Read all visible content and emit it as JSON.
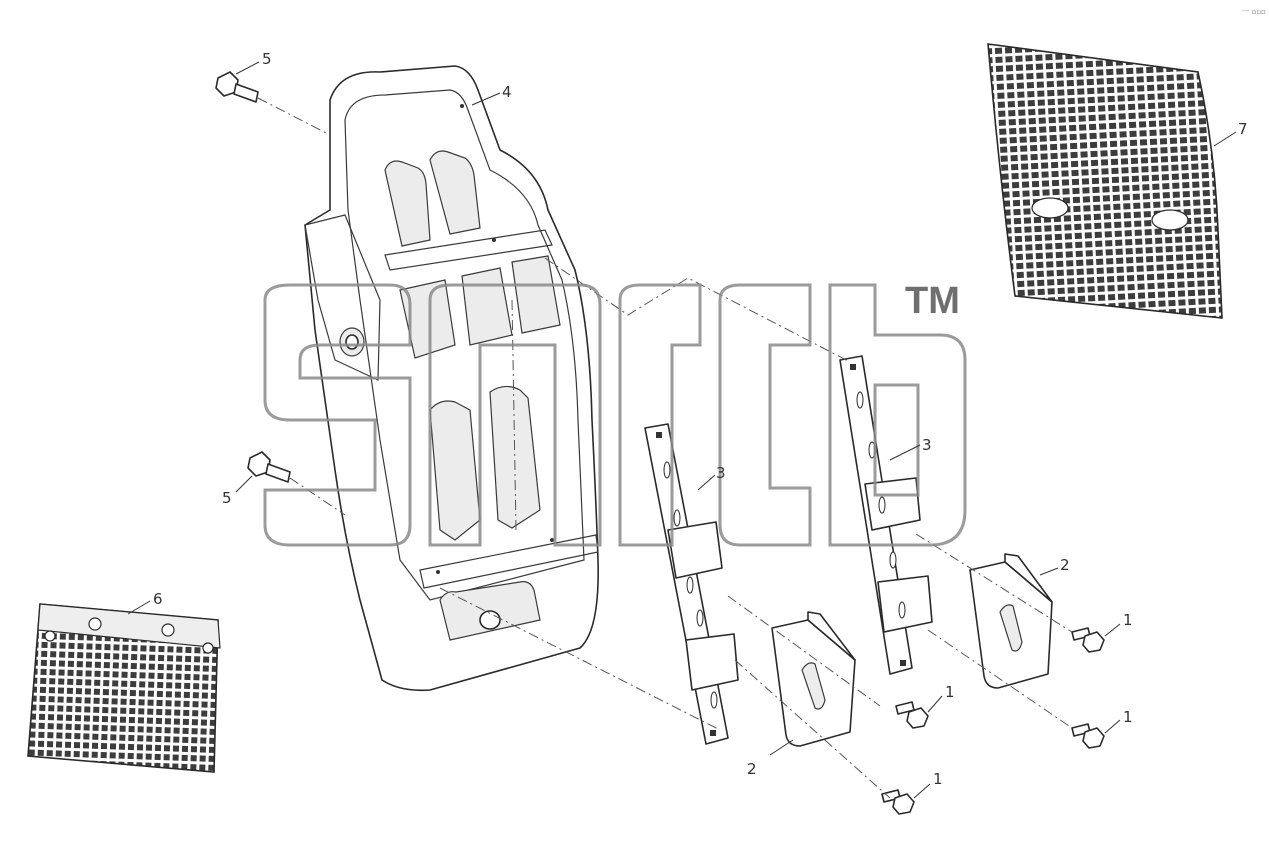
{
  "watermark": {
    "tm": "TM"
  },
  "corner_mark": "⁻⁻ ▫▫▫",
  "callouts": [
    {
      "id": "c1a",
      "label": "1"
    },
    {
      "id": "c1b",
      "label": "1"
    },
    {
      "id": "c1c",
      "label": "1"
    },
    {
      "id": "c1d",
      "label": "1"
    },
    {
      "id": "c2a",
      "label": "2"
    },
    {
      "id": "c2b",
      "label": "2"
    },
    {
      "id": "c3a",
      "label": "3"
    },
    {
      "id": "c3b",
      "label": "3"
    },
    {
      "id": "c4",
      "label": "4"
    },
    {
      "id": "c5a",
      "label": "5"
    },
    {
      "id": "c5b",
      "label": "5"
    },
    {
      "id": "c6",
      "label": "6"
    },
    {
      "id": "c7",
      "label": "7"
    }
  ]
}
